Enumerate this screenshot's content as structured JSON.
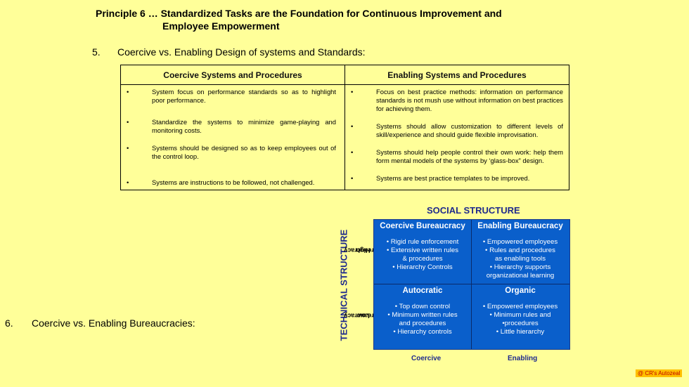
{
  "title": {
    "line1": "Principle 6 … Standardized Tasks are the Foundation for Continuous Improvement and",
    "line2": "Employee Empowerment"
  },
  "section5": {
    "number": "5.",
    "text": "Coercive vs. Enabling Design of systems and Standards:"
  },
  "table": {
    "headers": [
      "Coercive Systems and Procedures",
      "Enabling Systems and Procedures"
    ],
    "bullet": "•",
    "coercive": [
      "System focus on performance standards so as to highlight poor performance.",
      "Standardize the systems to minimize game-playing and monitoring costs.",
      "Systems should be designed so as to keep employees out of the control loop.",
      "Systems are instructions to be followed, not challenged."
    ],
    "enabling": [
      "Focus on best practice methods: information on performance standards is not mush use without information on best practices for achieving them.",
      "Systems should allow customization to different levels of skill/experience and should guide flexible improvisation.",
      "Systems should help people control their own work: help them form mental models of the systems by ‘glass-box” design.",
      "Systems are best practice templates to be improved."
    ]
  },
  "section6": {
    "number": "6.",
    "text": "Coercive vs. Enabling Bureaucracies:"
  },
  "matrix": {
    "social_label": "SOCIAL STRUCTURE",
    "technical_label": "TECHNICAL STRUCTURE",
    "row_labels": {
      "high": [
        "High",
        "Bureaucracy"
      ],
      "low": [
        "Low",
        "Bureaucracy"
      ]
    },
    "col_labels": {
      "coercive": "Coercive",
      "enabling": "Enabling"
    },
    "cells": {
      "top_left": {
        "title": "Coercive Bureaucracy",
        "lines": [
          "• Rigid rule enforcement",
          "• Extensive written rules",
          "& procedures",
          "• Hierarchy Controls"
        ]
      },
      "top_right": {
        "title": "Enabling Bureaucracy",
        "lines": [
          "• Empowered employees",
          "• Rules and procedures",
          "as enabling tools",
          "• Hierarchy supports",
          "organizational learning"
        ]
      },
      "bottom_left": {
        "title": "Autocratic",
        "lines": [
          "• Top down control",
          "• Minimum written rules",
          "and procedures",
          "• Hierarchy controls"
        ]
      },
      "bottom_right": {
        "title": "Organic",
        "lines": [
          "• Empowered employees",
          "• Minimum rules and",
          "•procedures",
          "• Little hierarchy"
        ]
      }
    },
    "colors": {
      "cell_bg": "#0A5FCB",
      "label": "#1F2A8C"
    }
  },
  "badge": "@ CR's Autozeal"
}
